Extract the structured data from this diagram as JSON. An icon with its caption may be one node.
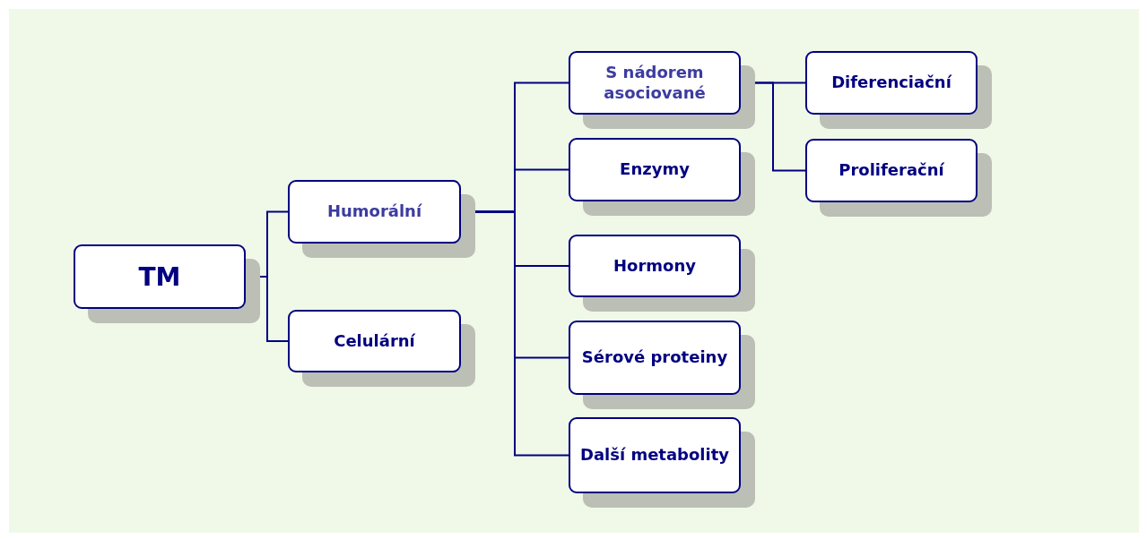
{
  "diagram": {
    "nodes": [
      {
        "text": [
          "TM"
        ]
      },
      {
        "text": [
          "Humorální"
        ]
      },
      {
        "text": [
          "Celulární"
        ]
      },
      {
        "text": [
          "S nádorem asociované"
        ]
      },
      {
        "text": [
          "Enzymy"
        ]
      },
      {
        "text": [
          "Hormony"
        ]
      },
      {
        "text": [
          "Sérové proteiny"
        ]
      },
      {
        "text": [
          "Další metabolity"
        ]
      },
      {
        "text": [
          "Diferenciační"
        ]
      },
      {
        "text": [
          "Proliferační"
        ]
      }
    ],
    "edges": [
      {
        "from": 0,
        "to": 1,
        "arrow": "none"
      },
      {
        "from": 0,
        "to": 2,
        "arrow": "none"
      },
      {
        "from": 1,
        "to": 3,
        "arrow": "none"
      },
      {
        "from": 1,
        "to": 4,
        "arrow": "none"
      },
      {
        "from": 1,
        "to": 5,
        "arrow": "none"
      },
      {
        "from": 1,
        "to": 6,
        "arrow": "none"
      },
      {
        "from": 1,
        "to": 7,
        "arrow": "none"
      },
      {
        "from": 3,
        "to": 8,
        "arrow": "none"
      },
      {
        "from": 3,
        "to": 9,
        "arrow": "none"
      }
    ]
  }
}
